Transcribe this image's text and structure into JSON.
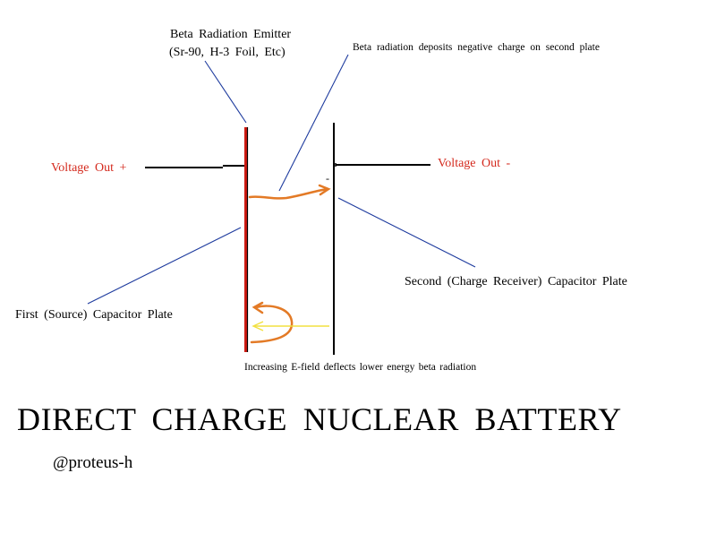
{
  "labels": {
    "emitter_line1": "Beta Radiation Emitter",
    "emitter_line2": "(Sr-90, H-3 Foil, Etc)",
    "deposit_note": "Beta radiation deposits negative charge on second plate",
    "voltage_out_plus": "Voltage Out +",
    "voltage_out_minus": "Voltage Out -",
    "minus_mark": "-",
    "second_plate": "Second (Charge Receiver) Capacitor Plate",
    "first_plate": "First (Source) Capacitor Plate",
    "efield_note": "Increasing E-field deflects lower energy beta radiation"
  },
  "title": "DIRECT CHARGE NUCLEAR BATTERY",
  "author": "@proteus-h",
  "colors": {
    "voltage_text": "#d42a1e",
    "source_plate_fill": "#cc1a12",
    "plate_black": "#000000",
    "leader_lines": "#1e3b9e",
    "beta_path": "#e37a26",
    "efield_arrow": "#f2e040",
    "text": "#000000"
  }
}
